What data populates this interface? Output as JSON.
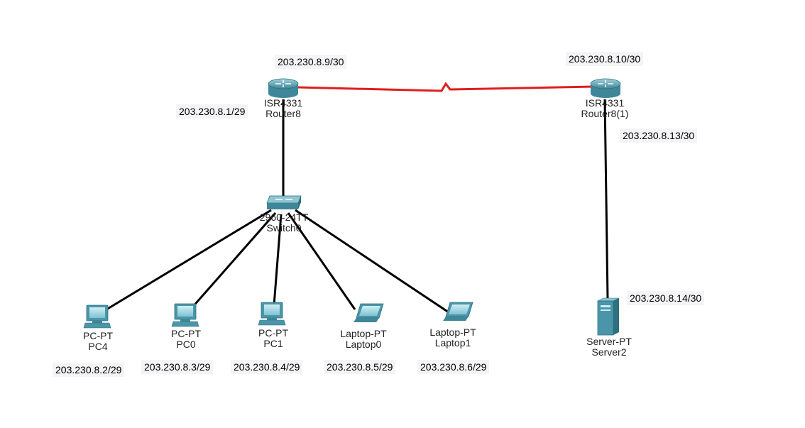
{
  "devices": {
    "router8": {
      "model": "ISR4331",
      "name": "Router8"
    },
    "router8_1": {
      "model": "ISR4331",
      "name": "Router8(1)"
    },
    "switch0": {
      "model": "2960-24TT",
      "name": "Switch0"
    },
    "pc4": {
      "model": "PC-PT",
      "name": "PC4"
    },
    "pc0": {
      "model": "PC-PT",
      "name": "PC0"
    },
    "pc1": {
      "model": "PC-PT",
      "name": "PC1"
    },
    "laptop0": {
      "model": "Laptop-PT",
      "name": "Laptop0"
    },
    "laptop1": {
      "model": "Laptop-PT",
      "name": "Laptop1"
    },
    "server2": {
      "model": "Server-PT",
      "name": "Server2"
    }
  },
  "addresses": {
    "router8_serial": "203.230.8.9/30",
    "router8_1_serial": "203.230.8.10/30",
    "router8_lan": "203.230.8.1/29",
    "router8_1_lan": "203.230.8.13/30",
    "server2": "203.230.8.14/30",
    "pc4": "203.230.8.2/29",
    "pc0": "203.230.8.3/29",
    "pc1": "203.230.8.4/29",
    "laptop0": "203.230.8.5/29",
    "laptop1": "203.230.8.6/29"
  },
  "colors": {
    "serial_link": "#e11d1d",
    "ethernet_link": "#000000",
    "device_body": "#4a96a8",
    "ip_background": "#f4f4f7"
  }
}
